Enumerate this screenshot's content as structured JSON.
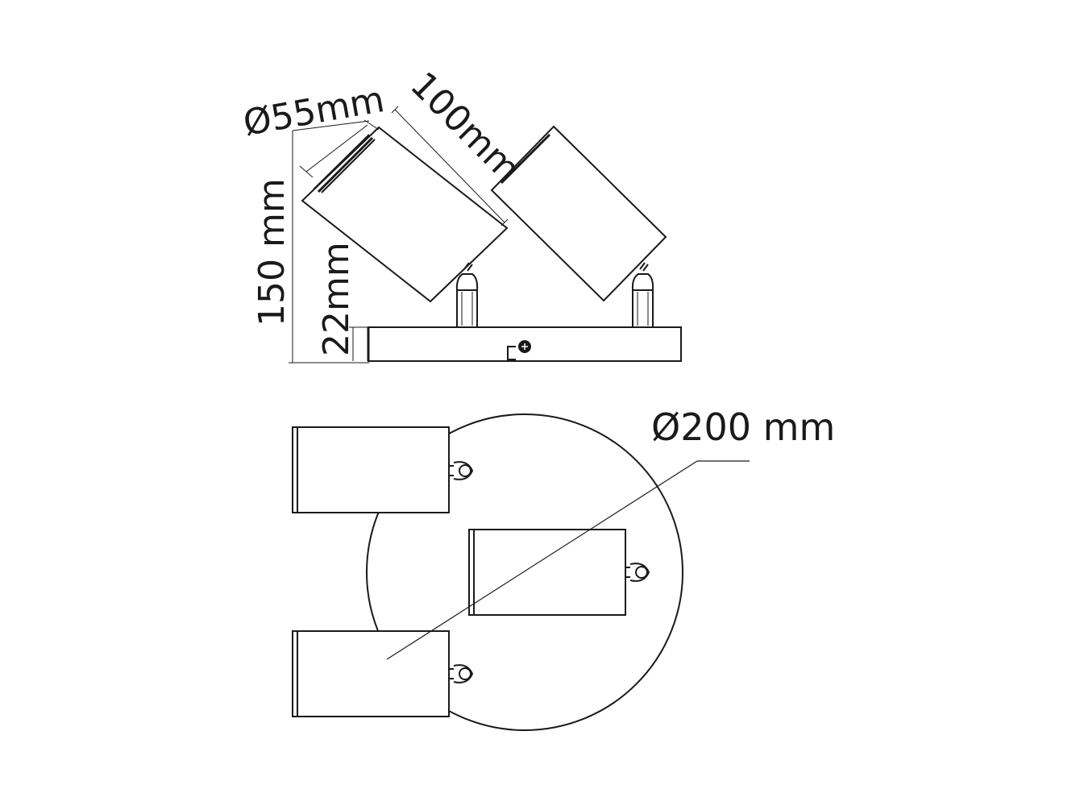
{
  "dimensions": {
    "diameter_head": "Ø55mm",
    "head_length": "100mm",
    "total_height": "150 mm",
    "base_height": "22mm",
    "base_diameter": "Ø200 mm"
  },
  "colors": {
    "stroke": "#1a1a1a",
    "background": "#ffffff"
  }
}
